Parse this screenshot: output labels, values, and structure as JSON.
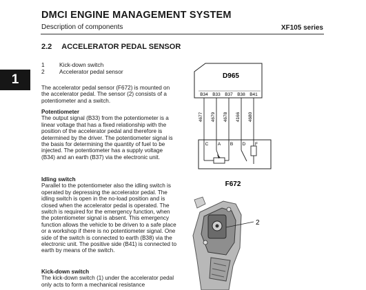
{
  "header": {
    "title": "DMCI ENGINE MANAGEMENT SYSTEM",
    "subtitle": "Description of components",
    "series": "XF105 series"
  },
  "chapter_tab": "1",
  "section": {
    "number": "2.2",
    "title": "ACCELERATOR PEDAL SENSOR"
  },
  "components": [
    {
      "num": "1",
      "label": "Kick-down switch"
    },
    {
      "num": "2",
      "label": "Accelerator pedal sensor"
    }
  ],
  "intro": "The accelerator pedal sensor (F672) is mounted on the accelerator pedal. The sensor (2) consists of a potentiometer and a switch.",
  "potentiometer": {
    "heading": "Potentiometer",
    "text": "The output signal (B33) from the potentiometer is a linear voltage that has a fixed relationship with the position of the accelerator pedal and therefore is determined by the driver. The potentiometer signal is the basis for determining the quantity of fuel to be injected. The potentiometer has a supply voltage (B34) and an earth (B37) via the electronic unit."
  },
  "idling": {
    "heading": "Idling switch",
    "text": "Parallel to the potentiometer also the idling switch is operated by depressing the accelerator pedal. The idling switch is open in the no-load position and is closed when the accelerator pedal is operated. The switch is required for the emergency function, when the potentiometer signal is absent. This emergency function allows the vehicle to be driven to a safe place or a workshop if there is no potentiometer signal. One side of the switch is connected to earth (B38) via the electronic unit. The positive side (B41) is connected to earth by means of the switch."
  },
  "kickdown": {
    "heading": "Kick-down switch",
    "text": "The kick-down switch (1) under the accelerator pedal only acts to form a mechanical resistance"
  },
  "diagram": {
    "unit_label": "D965",
    "pins": [
      "B34",
      "B33",
      "B37",
      "B38",
      "B41"
    ],
    "wires": [
      "4677",
      "4679",
      "4678",
      "4166",
      "4680"
    ],
    "sensor_pins": [
      "C",
      "A",
      "B",
      "D",
      "F"
    ],
    "sensor_label": "F672"
  },
  "photo_callout": "2"
}
